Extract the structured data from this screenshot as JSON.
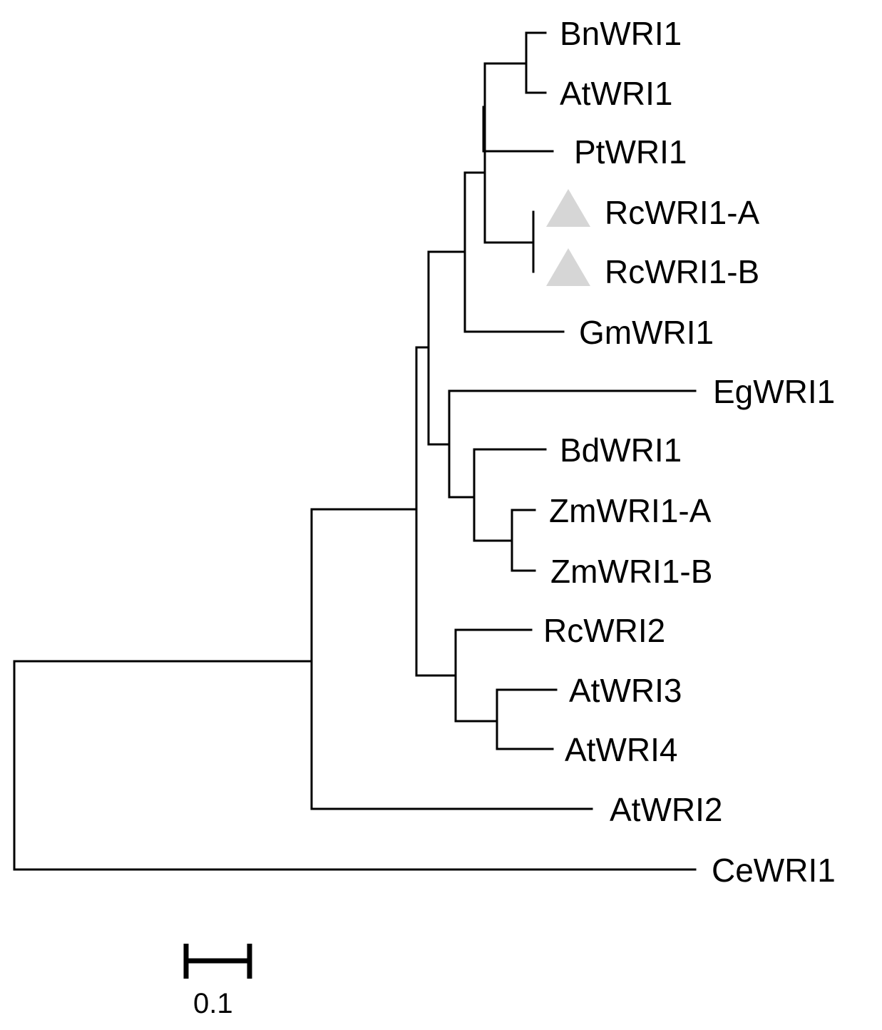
{
  "tree": {
    "leaves": [
      {
        "id": "bn",
        "label": "BnWRI1"
      },
      {
        "id": "at1",
        "label": "AtWRI1"
      },
      {
        "id": "pt",
        "label": "PtWRI1"
      },
      {
        "id": "rca",
        "label": "RcWRI1-A",
        "marker": "triangle"
      },
      {
        "id": "rcb",
        "label": "RcWRI1-B",
        "marker": "triangle"
      },
      {
        "id": "gm",
        "label": "GmWRI1"
      },
      {
        "id": "eg",
        "label": "EgWRI1"
      },
      {
        "id": "bd",
        "label": "BdWRI1"
      },
      {
        "id": "zma",
        "label": "ZmWRI1-A"
      },
      {
        "id": "zmb",
        "label": "ZmWRI1-B"
      },
      {
        "id": "rc2",
        "label": "RcWRI2"
      },
      {
        "id": "at3",
        "label": "AtWRI3"
      },
      {
        "id": "at4",
        "label": "AtWRI4"
      },
      {
        "id": "at2",
        "label": "AtWRI2"
      },
      {
        "id": "ce",
        "label": "CeWRI1"
      }
    ],
    "marker_color": "#d6d6d6"
  },
  "scale_bar": {
    "label": "0.1"
  }
}
